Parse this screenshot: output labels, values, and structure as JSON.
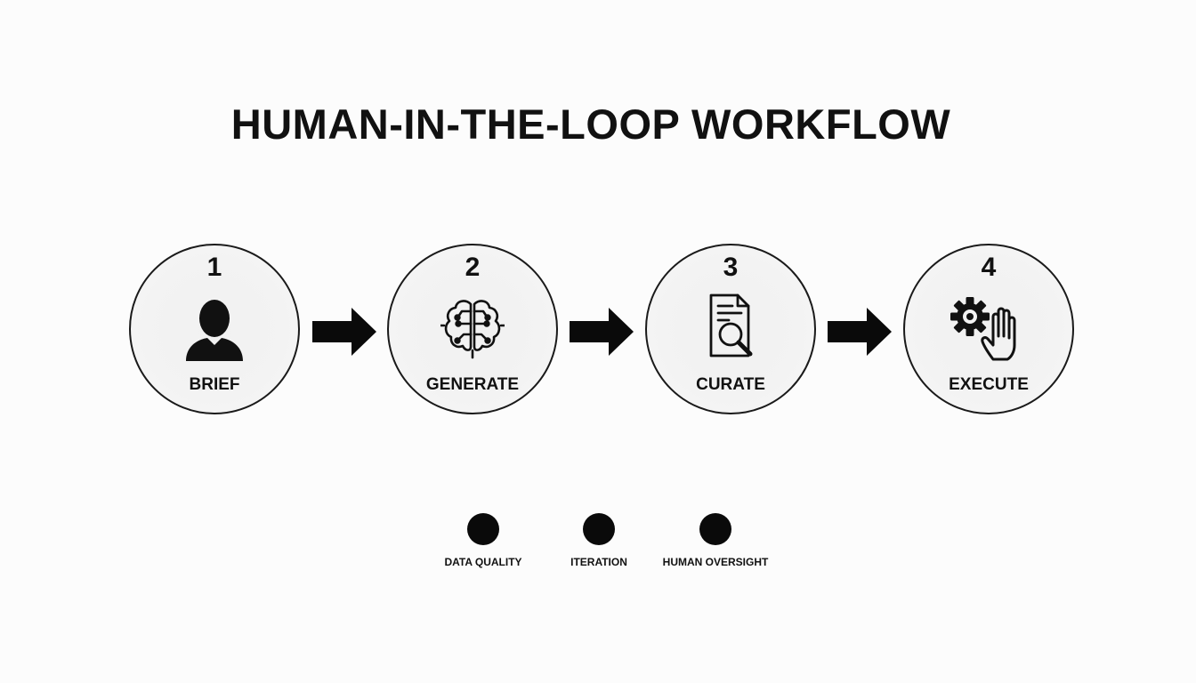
{
  "title": "HUMAN-IN-THE-LOOP WORKFLOW",
  "steps": [
    {
      "number": "1",
      "label": "BRIEF",
      "icon": "person-icon"
    },
    {
      "number": "2",
      "label": "GENERATE",
      "icon": "circuit-brain-icon"
    },
    {
      "number": "3",
      "label": "CURATE",
      "icon": "document-magnifier-icon"
    },
    {
      "number": "4",
      "label": "EXECUTE",
      "icon": "gear-hand-icon"
    }
  ],
  "legend": [
    {
      "label": "DATA QUALITY"
    },
    {
      "label": "ITERATION"
    },
    {
      "label": "HUMAN OVERSIGHT"
    }
  ],
  "colors": {
    "ink": "#111111",
    "circle_fill": "#f2f2f2",
    "background": "#fcfcfc"
  }
}
